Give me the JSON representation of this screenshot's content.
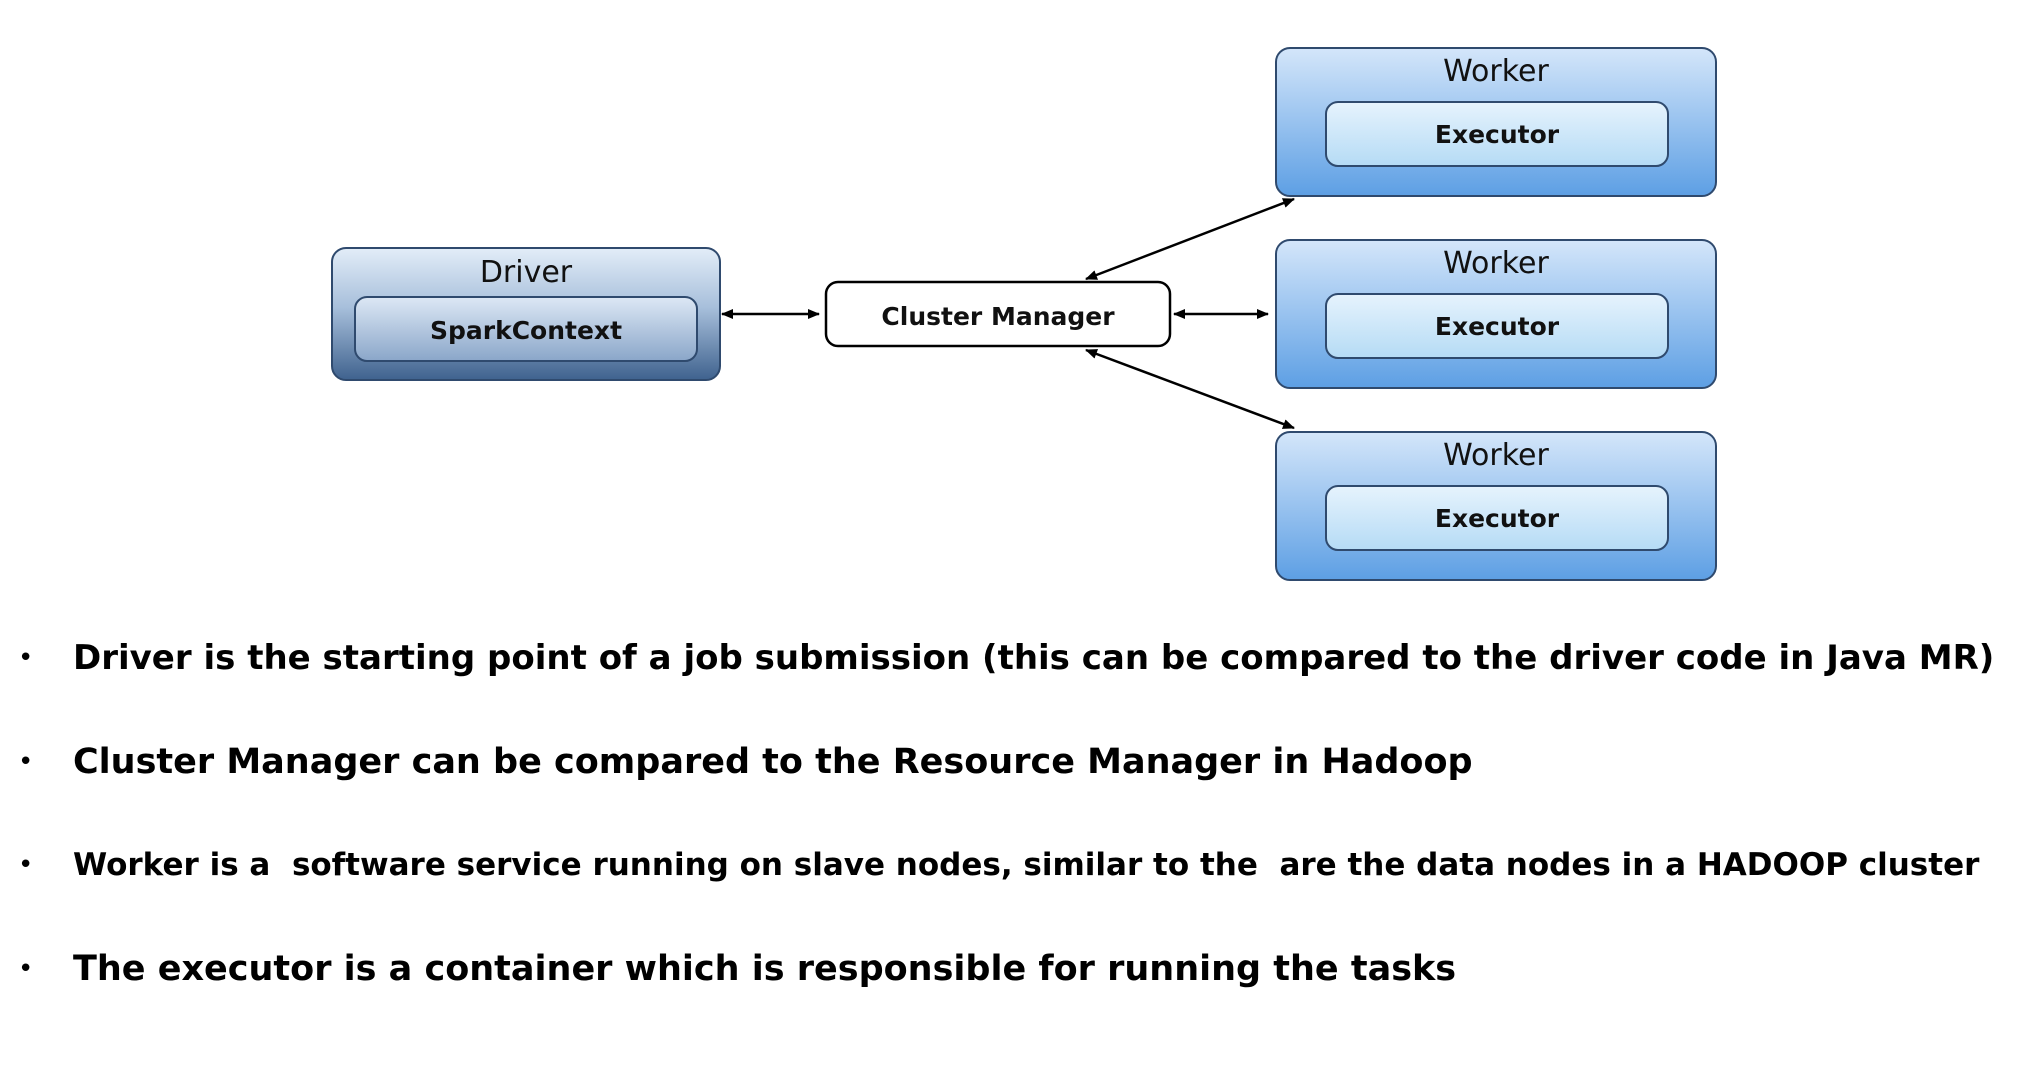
{
  "diagram": {
    "driver": {
      "title": "Driver",
      "inner": "SparkContext"
    },
    "cluster_manager": {
      "label": "Cluster Manager"
    },
    "workers": [
      {
        "title": "Worker",
        "inner": "Executor"
      },
      {
        "title": "Worker",
        "inner": "Executor"
      },
      {
        "title": "Worker",
        "inner": "Executor"
      }
    ]
  },
  "bullets": [
    "Driver is the starting point of a job submission (this can be compared to the driver code in Java MR)",
    "Cluster Manager can be compared to the Resource Manager in Hadoop",
    "Worker is a  software service running on slave nodes, similar to the  are the data nodes in a HADOOP cluster",
    "The executor is a container which is responsible for running the tasks"
  ],
  "colors": {
    "worker_fill_top": "#d4e6fa",
    "worker_fill_bottom": "#5d9fe4",
    "driver_fill_top": "#e3edf8",
    "driver_fill_bottom": "#3f628e",
    "border": "#2f4a6e"
  }
}
